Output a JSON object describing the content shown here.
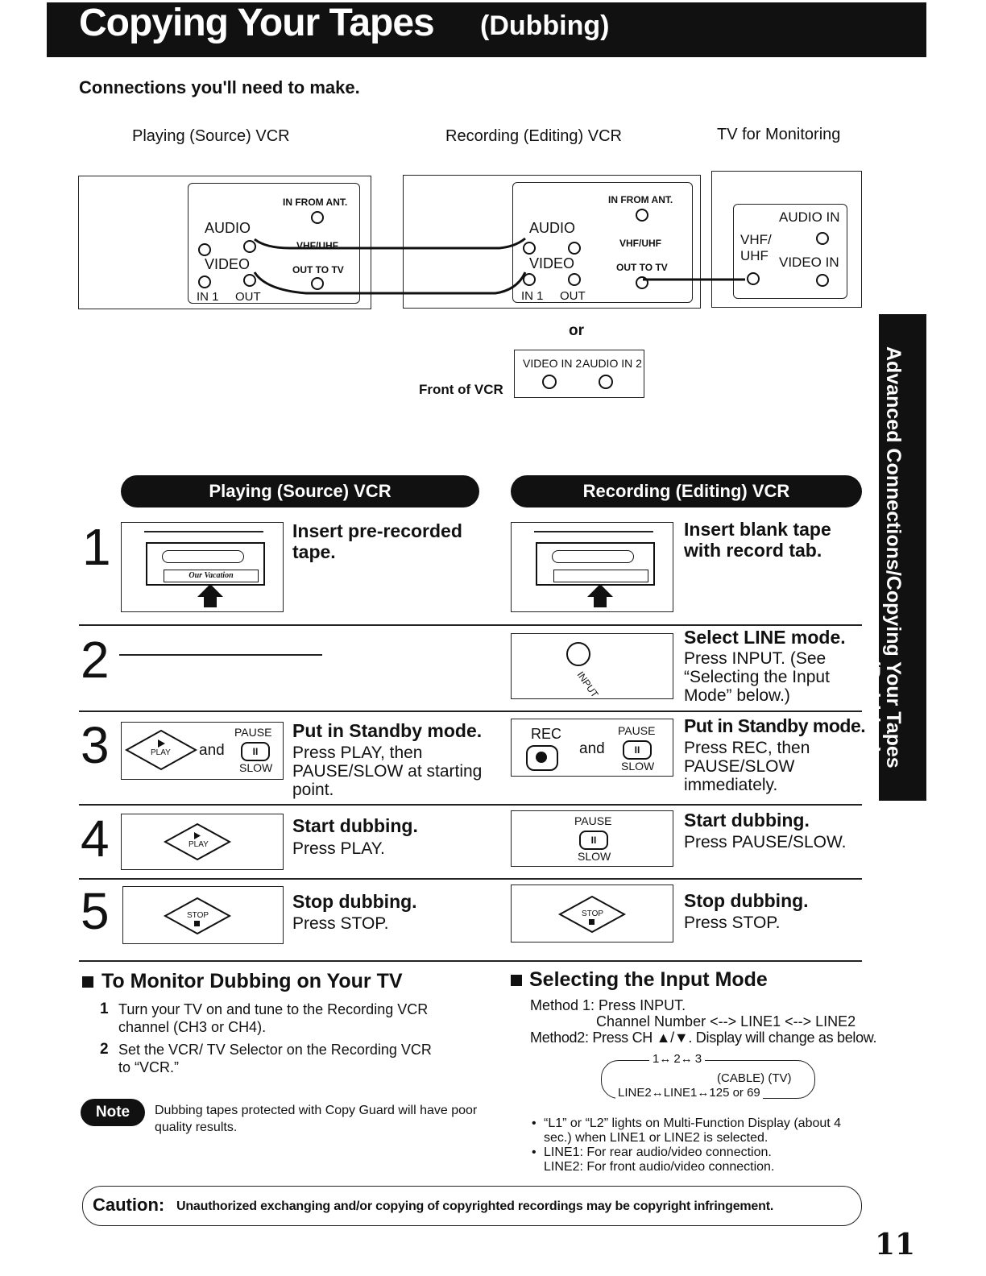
{
  "header": {
    "title": "Copying Your Tapes",
    "subtitle": "(Dubbing)"
  },
  "connections": {
    "heading": "Connections you'll need to make.",
    "labels": [
      "Playing (Source) VCR",
      "Recording (Editing) VCR",
      "TV for Monitoring"
    ],
    "or_label": "or",
    "front_label": "Front of VCR",
    "front_jacks": [
      "VIDEO IN 2",
      "AUDIO IN 2"
    ],
    "vcr_panel": {
      "audio": "AUDIO",
      "video": "VIDEO",
      "in1": "IN 1",
      "out": "OUT",
      "in_from_ant": "IN FROM ANT.",
      "vhf_uhf": "VHF/UHF",
      "out_to_tv": "OUT TO TV"
    },
    "tv_panel": {
      "vhf": "VHF/",
      "uhf": "UHF",
      "audio_in": "AUDIO IN",
      "video_in": "VIDEO IN"
    }
  },
  "columns": {
    "left": "Playing (Source) VCR",
    "right": "Recording (Editing) VCR"
  },
  "steps": [
    {
      "num": "1",
      "left": {
        "title": "Insert pre-recorded tape.",
        "desc": "",
        "tape_label": "Our Vacation"
      },
      "right": {
        "title": "Insert blank tape with record tab.",
        "desc": ""
      }
    },
    {
      "num": "2",
      "left": {
        "title": "",
        "desc": ""
      },
      "right": {
        "title": "Select LINE mode.",
        "desc": "Press INPUT. (See “Selecting the Input Mode” below.)",
        "button": "INPUT"
      }
    },
    {
      "num": "3",
      "left": {
        "title": "Put in Standby mode.",
        "desc": "Press PLAY, then PAUSE/SLOW at starting point.",
        "btn1": "PLAY",
        "and": "and",
        "pause": "PAUSE",
        "slow": "SLOW"
      },
      "right": {
        "title": "Put in Standby mode.",
        "desc": "Press REC, then PAUSE/SLOW immediately.",
        "rec": "REC",
        "and": "and",
        "pause": "PAUSE",
        "slow": "SLOW"
      }
    },
    {
      "num": "4",
      "left": {
        "title": "Start dubbing.",
        "desc": "Press PLAY.",
        "btn": "PLAY"
      },
      "right": {
        "title": "Start dubbing.",
        "desc": "Press PAUSE/SLOW.",
        "pause": "PAUSE",
        "slow": "SLOW"
      }
    },
    {
      "num": "5",
      "left": {
        "title": "Stop dubbing.",
        "desc": "Press STOP.",
        "btn": "STOP"
      },
      "right": {
        "title": "Stop dubbing.",
        "desc": "Press STOP.",
        "btn": "STOP"
      }
    }
  ],
  "side_tab": {
    "line1": "Advanced Connections/Copying Your Tapes",
    "line2": "(Dubbing)"
  },
  "monitor": {
    "heading": "To Monitor Dubbing on Your TV",
    "items": [
      {
        "n": "1",
        "text": "Turn your TV on and tune to the Recording VCR channel (CH3 or CH4)."
      },
      {
        "n": "2",
        "text": "Set the VCR/ TV Selector on the Recording VCR to “VCR.”"
      }
    ],
    "note_label": "Note",
    "note_text": "Dubbing tapes protected with Copy Guard will have poor quality results."
  },
  "input_mode": {
    "heading": "Selecting the Input Mode",
    "method1": "Method 1: Press INPUT.",
    "method1_detail": "Channel Number <--> LINE1 <--> LINE2",
    "method2": "Method2: Press CH ▲/▼. Display will change as below.",
    "cycle_top": "1↔ 2↔ 3",
    "cycle_mid": "(CABLE) (TV)",
    "cycle_bottom": "LINE2↔LINE1↔125 or 69",
    "bullets": [
      "“L1” or “L2” lights on Multi-Function Display (about 4 sec.) when LINE1 or LINE2 is selected.",
      "LINE1:  For rear audio/video connection."
    ],
    "line2_text": "LINE2:  For front audio/video connection."
  },
  "caution": {
    "label": "Caution:",
    "text": "Unauthorized exchanging and/or copying of copyrighted recordings may be copyright infringement."
  },
  "page_number": "11"
}
